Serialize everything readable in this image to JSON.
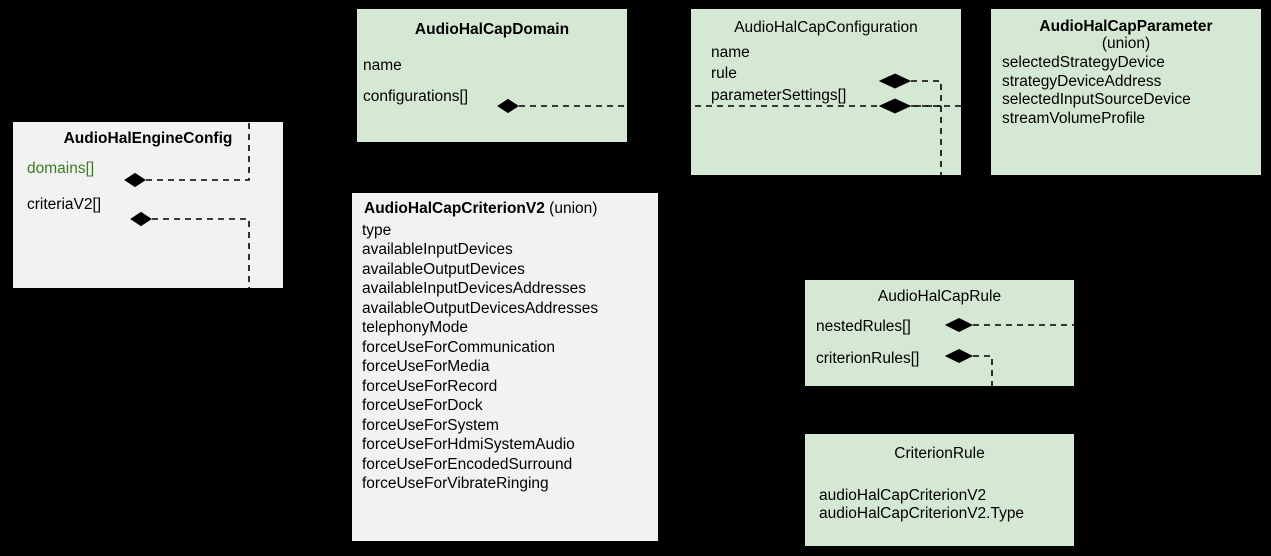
{
  "diagram": {
    "background_color": "#000000",
    "box_fill_green": "#d5e8d4",
    "box_fill_grey": "#f2f2f2",
    "accent_green_text": "#3a7a24"
  },
  "boxes": {
    "engine_config": {
      "title": "AudioHalEngineConfig",
      "fields": [
        {
          "label": "domains[]",
          "green": true,
          "diamond": true
        },
        {
          "label": "criteriaV2[]",
          "green": false,
          "diamond": true
        }
      ]
    },
    "cap_domain": {
      "title": "AudioHalCapDomain",
      "fields": [
        {
          "label": "name",
          "diamond": false
        },
        {
          "label": "configurations[]",
          "diamond": true
        }
      ]
    },
    "cap_configuration": {
      "title": "AudioHalCapConfiguration",
      "fields": [
        {
          "label": "name",
          "diamond": false
        },
        {
          "label": "rule",
          "diamond": true
        },
        {
          "label": "parameterSettings[]",
          "diamond": true
        }
      ]
    },
    "cap_parameter": {
      "title": "AudioHalCapParameter",
      "subtitle": "(union)",
      "fields": [
        {
          "label": "selectedStrategyDevice"
        },
        {
          "label": "strategyDeviceAddress"
        },
        {
          "label": "selectedInputSourceDevice"
        },
        {
          "label": "streamVolumeProfile"
        }
      ]
    },
    "criterion_v2": {
      "title": "AudioHalCapCriterionV2",
      "subtitle": "(union)",
      "fields": [
        {
          "label": "type"
        },
        {
          "label": "availableInputDevices"
        },
        {
          "label": "availableOutputDevices"
        },
        {
          "label": "availableInputDevicesAddresses"
        },
        {
          "label": "availableOutputDevicesAddresses"
        },
        {
          "label": "telephonyMode"
        },
        {
          "label": "forceUseForCommunication"
        },
        {
          "label": "forceUseForMedia"
        },
        {
          "label": "forceUseForRecord"
        },
        {
          "label": "forceUseForDock"
        },
        {
          "label": "forceUseForSystem"
        },
        {
          "label": "forceUseForHdmiSystemAudio"
        },
        {
          "label": "forceUseForEncodedSurround"
        },
        {
          "label": "forceUseForVibrateRinging"
        }
      ]
    },
    "cap_rule": {
      "title": "AudioHalCapRule",
      "fields": [
        {
          "label": "nestedRules[]",
          "diamond": true
        },
        {
          "label": "criterionRules[]",
          "diamond": true
        }
      ]
    },
    "criterion_rule": {
      "title": "CriterionRule",
      "fields": [
        {
          "label": "audioHalCapCriterionV2"
        },
        {
          "label": "audioHalCapCriterionV2.Type"
        }
      ]
    }
  }
}
